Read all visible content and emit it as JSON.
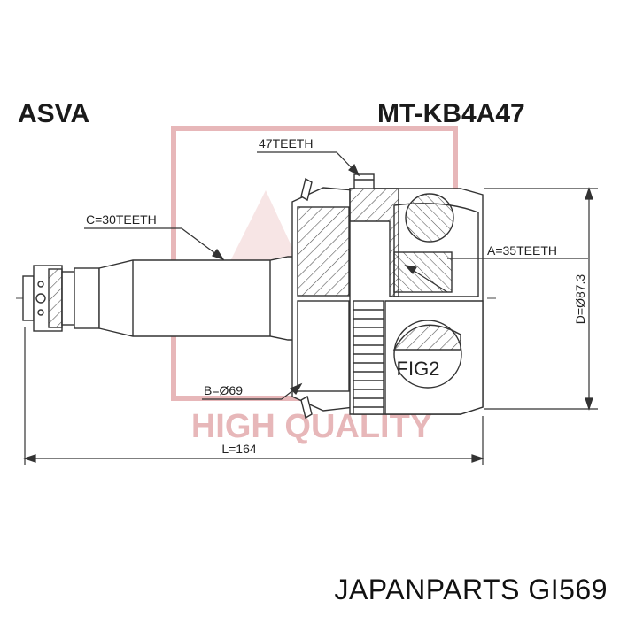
{
  "header": {
    "brand": "ASVA",
    "part_number": "MT-KB4A47"
  },
  "watermark": {
    "text": "HIGH QUALITY",
    "color": "#e7b7b9"
  },
  "labels": {
    "outer_teeth": "47TEETH",
    "shaft_teeth": "C=30TEETH",
    "inner_teeth": "A=35TEETH",
    "diameter_b": "B=Ø69",
    "diameter_d": "D=Ø87.3",
    "length": "L=164",
    "fig": "FIG2"
  },
  "footer": {
    "text": "JAPANPARTS GI569"
  },
  "colors": {
    "line": "#333333",
    "hatch": "#555555",
    "accent_watermark": "#e7b7b9"
  }
}
